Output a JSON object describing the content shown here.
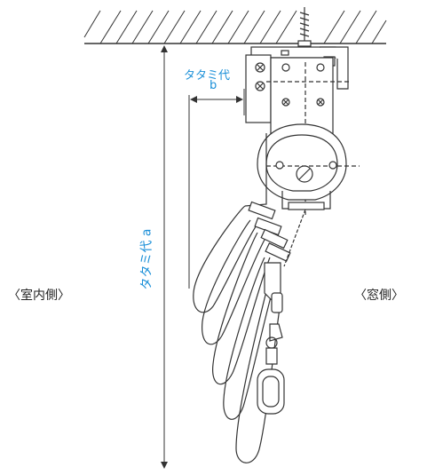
{
  "labels": {
    "fold_width_b_line1": "タタミ代",
    "fold_width_b_line2": "b",
    "fold_width_a": "タタミ代 a",
    "indoor_side": "〈室内側〉",
    "window_side": "〈窓側〉"
  },
  "colors": {
    "accent": "#1a8fd8",
    "line": "#333333",
    "background": "#ffffff"
  }
}
